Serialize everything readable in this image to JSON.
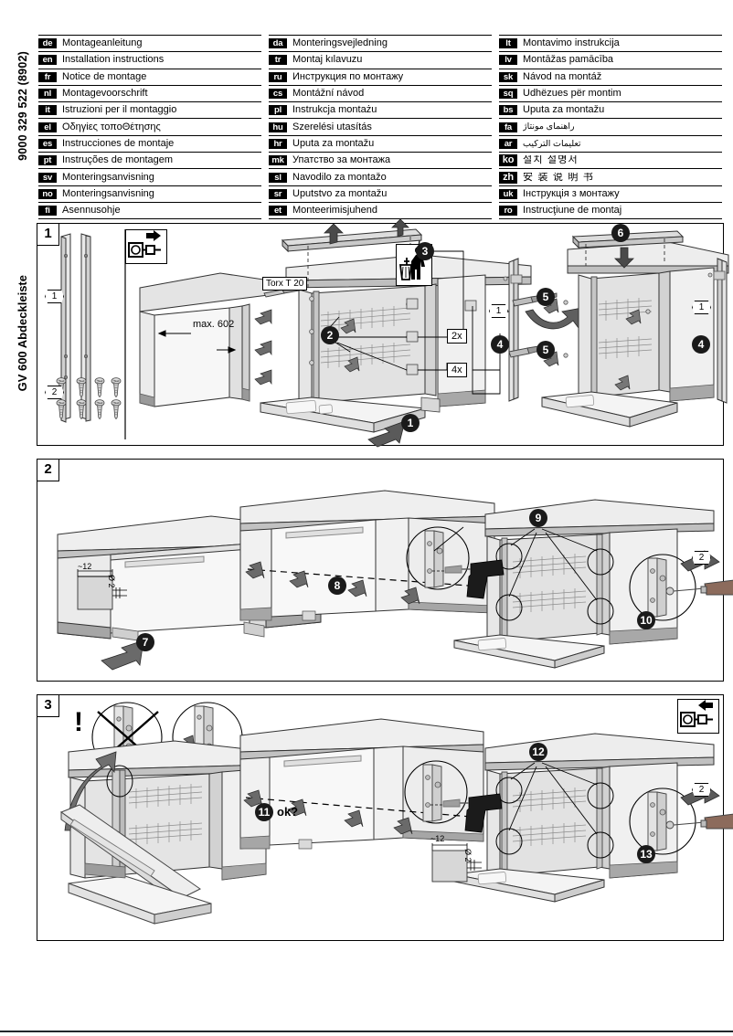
{
  "document": {
    "number": "9000 329 522 (8902)",
    "product_title": "GV 600 Abdeckleiste"
  },
  "languages": {
    "col1": [
      {
        "code": "de",
        "name": "Montageanleitung"
      },
      {
        "code": "en",
        "name": "Installation instructions"
      },
      {
        "code": "fr",
        "name": "Notice de montage"
      },
      {
        "code": "nl",
        "name": "Montagevoorschrift"
      },
      {
        "code": "it",
        "name": "Istruzioni per il montaggio"
      },
      {
        "code": "el",
        "name": "Οδηγίες τοποΘέτησης"
      },
      {
        "code": "es",
        "name": "Instrucciones de montaje"
      },
      {
        "code": "pt",
        "name": "Instruções de montagem"
      },
      {
        "code": "sv",
        "name": "Monteringsanvisning"
      },
      {
        "code": "no",
        "name": "Monteringsanvisning"
      },
      {
        "code": "fi",
        "name": "Asennusohje"
      }
    ],
    "col2": [
      {
        "code": "da",
        "name": "Monteringsvejledning"
      },
      {
        "code": "tr",
        "name": "Montaj kılavuzu"
      },
      {
        "code": "ru",
        "name": "Инструкция по монтажу"
      },
      {
        "code": "cs",
        "name": "Montážní návod"
      },
      {
        "code": "pl",
        "name": "Instrukcja montażu"
      },
      {
        "code": "hu",
        "name": "Szerelési utasítás"
      },
      {
        "code": "hr",
        "name": "Uputa za montažu"
      },
      {
        "code": "mk",
        "name": "Упатство за монтажа"
      },
      {
        "code": "sl",
        "name": "Navodilo za montažo"
      },
      {
        "code": "sr",
        "name": "Uputstvo za montažu"
      },
      {
        "code": "et",
        "name": "Monteerimisjuhend"
      }
    ],
    "col3": [
      {
        "code": "lt",
        "name": "Montavimo instrukcija"
      },
      {
        "code": "lv",
        "name": "Montāžas pamācība"
      },
      {
        "code": "sk",
        "name": "Návod na montáž"
      },
      {
        "code": "sq",
        "name": "Udhëzues për montim"
      },
      {
        "code": "bs",
        "name": "Uputa za montažu"
      },
      {
        "code": "fa",
        "name": "راهنمای مونتاژ"
      },
      {
        "code": "ar",
        "name": "تعليمات التركيب"
      },
      {
        "code": "ko",
        "name": "설치 설명서"
      },
      {
        "code": "zh",
        "name": "安 装 说 明 书"
      },
      {
        "code": "uk",
        "name": "Інструкція з монтажу"
      },
      {
        "code": "ro",
        "name": "Instrucţiune de montaj"
      }
    ]
  },
  "panels": [
    {
      "number": "1",
      "steps": [
        "1",
        "2",
        "3",
        "4",
        "5",
        "6"
      ],
      "part_markers": [
        "1",
        "2"
      ],
      "labels": {
        "tool": "Torx T 20",
        "max_dimension": "max. 602",
        "qty_screws_2": "2x",
        "qty_screws_4": "4x"
      },
      "icons": [
        "unplug-icon",
        "dispose-bin-icon"
      ]
    },
    {
      "number": "2",
      "steps": [
        "7",
        "8",
        "9",
        "10"
      ],
      "part_markers": [
        "2"
      ],
      "labels": {
        "drill_depth": "~12",
        "drill_diameter": "Ø 2"
      },
      "icons": [
        "drill-icon",
        "screwdriver-icon"
      ]
    },
    {
      "number": "3",
      "steps": [
        "11",
        "12",
        "13"
      ],
      "part_markers": [
        "2"
      ],
      "labels": {
        "check": "ok?",
        "warning": "!",
        "drill_depth": "~12",
        "drill_diameter": "Ø 2"
      },
      "icons": [
        "plug-in-icon",
        "drill-icon",
        "screwdriver-icon",
        "warning-icon"
      ]
    }
  ]
}
